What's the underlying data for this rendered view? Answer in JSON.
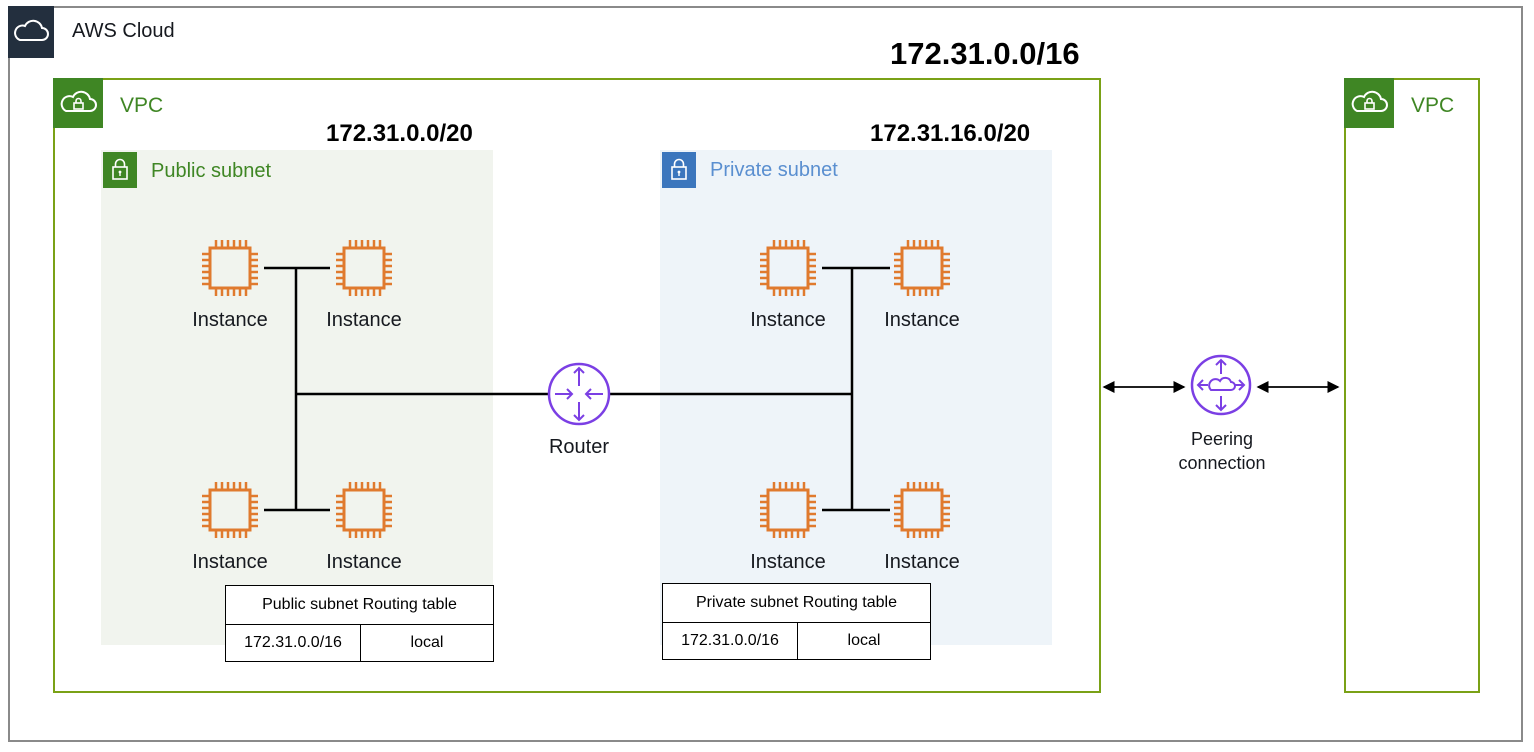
{
  "cloud": {
    "label": "AWS Cloud",
    "icon": "cloud-icon"
  },
  "vpc_cidr": "172.31.0.0/16",
  "vpc_main": {
    "label": "VPC",
    "icon": "vpc-cloud-lock-icon"
  },
  "vpc_peer": {
    "label": "VPC",
    "icon": "vpc-cloud-lock-icon"
  },
  "public_subnet": {
    "label": "Public subnet",
    "cidr": "172.31.0.0/20",
    "icon": "lock-icon",
    "instances": [
      "Instance",
      "Instance",
      "Instance",
      "Instance"
    ],
    "routing_table": {
      "title": "Public subnet Routing table",
      "destination": "172.31.0.0/16",
      "target": "local"
    }
  },
  "private_subnet": {
    "label": "Private subnet",
    "cidr": "172.31.16.0/20",
    "icon": "lock-icon",
    "instances": [
      "Instance",
      "Instance",
      "Instance",
      "Instance"
    ],
    "routing_table": {
      "title": "Private subnet Routing table",
      "destination": "172.31.0.0/16",
      "target": "local"
    }
  },
  "router": {
    "label": "Router",
    "icon": "router-icon"
  },
  "peering": {
    "label_line1": "Peering",
    "label_line2": "connection",
    "icon": "peering-connection-icon"
  },
  "colors": {
    "vpc_green": "#7aa116",
    "badge_green": "#3f8624",
    "private_blue": "#3b76bd",
    "instance_orange": "#e07a2e",
    "router_purple": "#7b3fe4",
    "cloud_dark": "#232f3e"
  }
}
